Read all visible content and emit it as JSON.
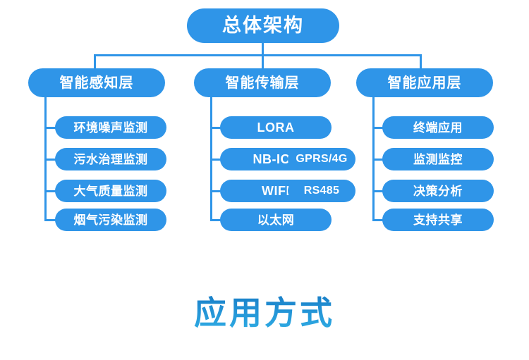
{
  "diagram": {
    "root": {
      "label": "总体架构"
    },
    "branches": [
      {
        "label": "智能感知层",
        "leaves": [
          {
            "label": "环境噪声监测"
          },
          {
            "label": "污水治理监测"
          },
          {
            "label": "大气质量监测"
          },
          {
            "label": "烟气污染监测"
          }
        ]
      },
      {
        "label": "智能传输层",
        "leaves": [
          {
            "label": "LORA",
            "side": ""
          },
          {
            "label": "NB-IOT",
            "side": "GPRS/4G"
          },
          {
            "label": "WIFI",
            "side": "RS485"
          },
          {
            "label": "以太网",
            "side": ""
          }
        ]
      },
      {
        "label": "智能应用层",
        "leaves": [
          {
            "label": "终端应用"
          },
          {
            "label": "监测监控"
          },
          {
            "label": "决策分析"
          },
          {
            "label": "支持共享"
          }
        ]
      }
    ]
  },
  "bottom": {
    "title": "应用方式"
  },
  "colors": {
    "node_fill": "#2f95e8",
    "node_text": "#ffffff",
    "connector": "#2f95e8",
    "title_gradient_top": "#1575bf",
    "title_gradient_bottom": "#31b0e6",
    "background": "#ffffff"
  }
}
